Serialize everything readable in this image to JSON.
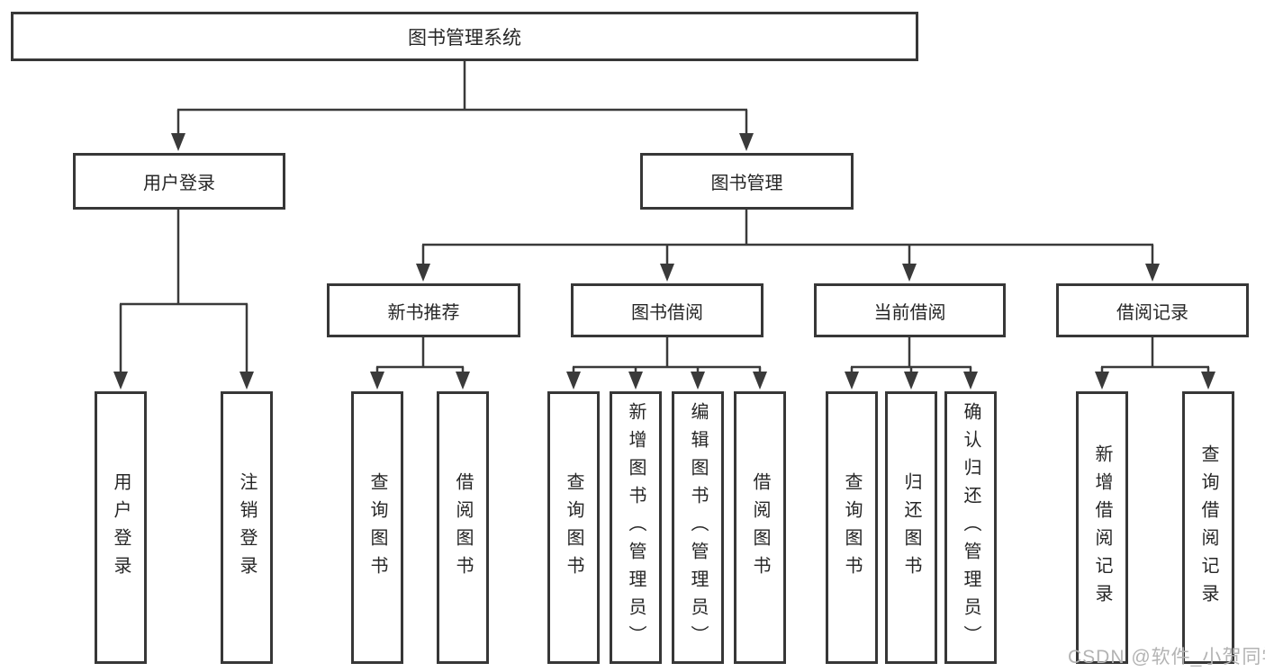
{
  "tree": {
    "label": "图书管理系统",
    "children": [
      {
        "label": "用户登录",
        "children": [
          {
            "label": "用户登录"
          },
          {
            "label": "注销登录"
          }
        ]
      },
      {
        "label": "图书管理",
        "children": [
          {
            "label": "新书推荐",
            "children": [
              {
                "label": "查询图书"
              },
              {
                "label": "借阅图书"
              }
            ]
          },
          {
            "label": "图书借阅",
            "children": [
              {
                "label": "查询图书"
              },
              {
                "label": "新增图书（管理员）"
              },
              {
                "label": "编辑图书（管理员）"
              },
              {
                "label": "借阅图书"
              }
            ]
          },
          {
            "label": "当前借阅",
            "children": [
              {
                "label": "查询图书"
              },
              {
                "label": "归还图书"
              },
              {
                "label": "确认归还（管理员）"
              }
            ]
          },
          {
            "label": "借阅记录",
            "children": [
              {
                "label": "新增借阅记录"
              },
              {
                "label": "查询借阅记录"
              }
            ]
          }
        ]
      }
    ]
  },
  "watermark": {
    "text": "CSDN @软件_小贺同学",
    "color": "#b3b3b3"
  },
  "colors": {
    "line": "#3a3a3a",
    "box_border": "#373737",
    "box_fill": "#ffffff",
    "text": "#262626",
    "background": "#ffffff"
  }
}
